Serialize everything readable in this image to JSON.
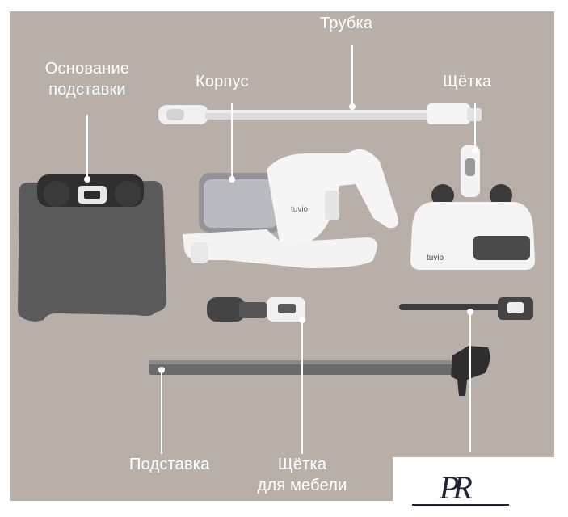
{
  "labels": {
    "base_line1": "Основание",
    "base_line2": "подставки",
    "body": "Корпус",
    "tube": "Трубка",
    "brush": "Щётка",
    "stand": "Подставка",
    "furniture_brush_line1": "Щётка",
    "furniture_brush_line2": "для мебели"
  },
  "brand": {
    "device_logo": "tuvio",
    "corner_logo": "PR"
  },
  "colors": {
    "background": "#b8b0a8",
    "label_text": "#ffffff",
    "leader_line": "#ffffff",
    "device_white": "#f2f2f2",
    "device_dark": "#3c3c3c"
  }
}
